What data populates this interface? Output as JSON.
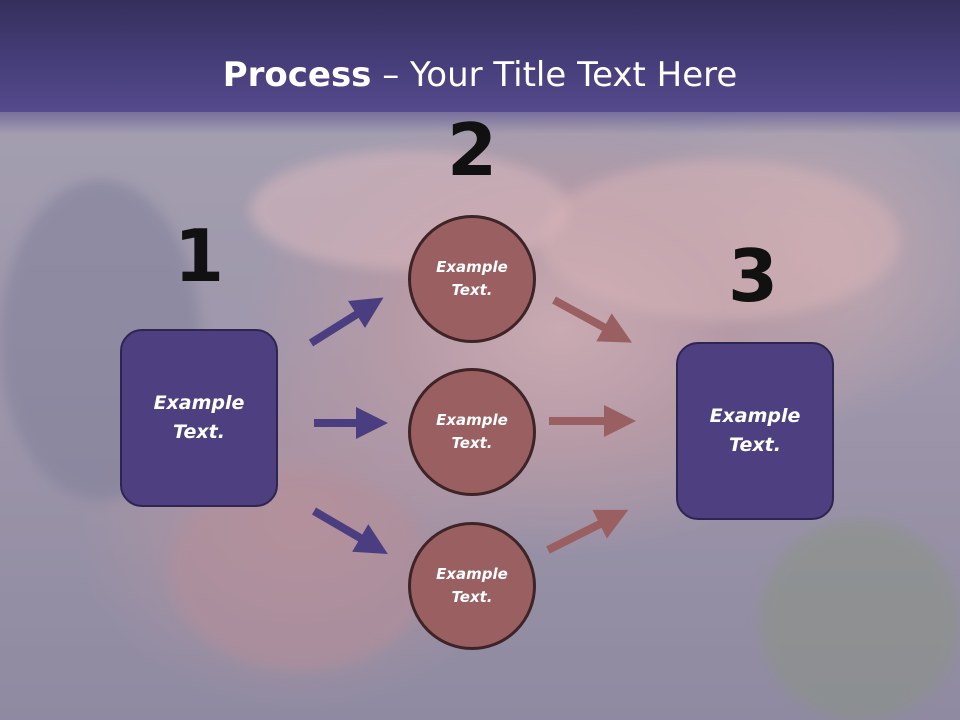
{
  "title": {
    "bold": "Process",
    "rest": " – Your Title Text Here"
  },
  "steps": {
    "step1": {
      "number": "1",
      "line1": "Example",
      "line2": "Text."
    },
    "step2": {
      "number": "2",
      "circles": [
        {
          "line1": "Example",
          "line2": "Text."
        },
        {
          "line1": "Example",
          "line2": "Text."
        },
        {
          "line1": "Example",
          "line2": "Text."
        }
      ]
    },
    "step3": {
      "number": "3",
      "line1": "Example",
      "line2": "Text."
    }
  },
  "colors": {
    "title_bar": "#473f7c",
    "box_fill": "#4d3f80",
    "circle_fill": "#9a5f61",
    "left_arrow": "#4b3e80",
    "right_arrow": "#9a5f61"
  }
}
